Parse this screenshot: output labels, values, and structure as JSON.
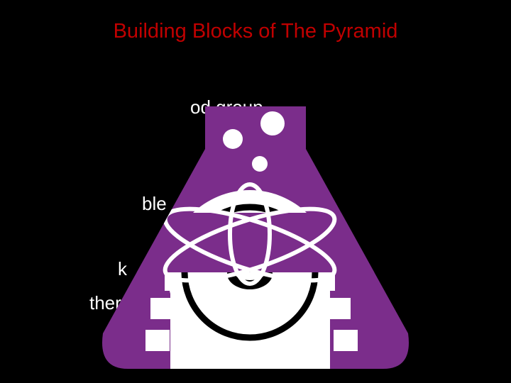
{
  "slide": {
    "title": "Building Blocks of The Pyramid",
    "fragments": [
      "od group",
      "ble",
      "k",
      "ther"
    ]
  },
  "colors": {
    "background": "#000000",
    "title": "#c00000",
    "text": "#ffffff",
    "flask": "#7b2d8b",
    "illustration": "#ffffff"
  },
  "illustration": {
    "icon": "science-flask-icon",
    "parts": [
      "bubbles",
      "atom-orbits",
      "gear"
    ]
  }
}
